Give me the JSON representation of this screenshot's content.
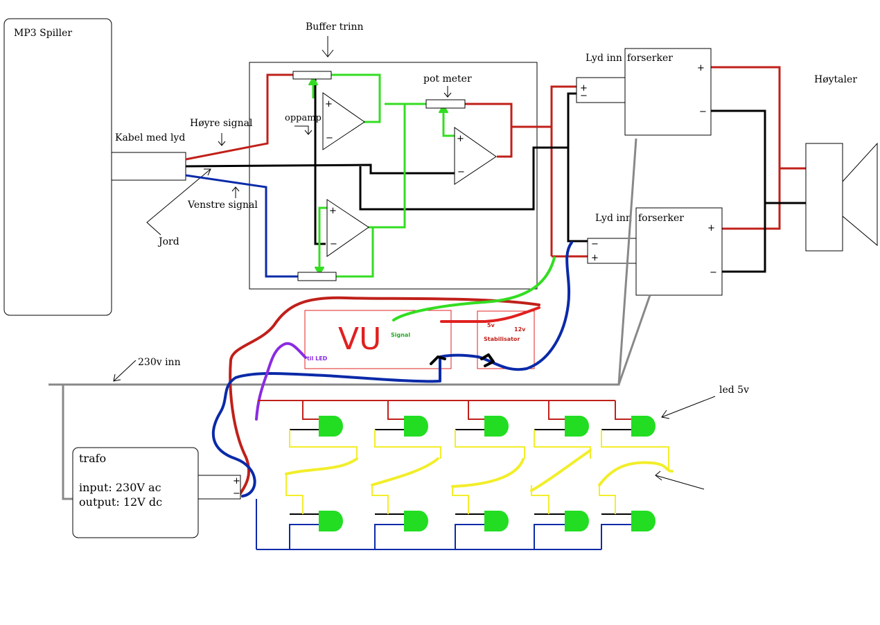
{
  "labels": {
    "mp3": "MP3 Spiller",
    "buffer": "Buffer trinn",
    "kabel": "Kabel med lyd",
    "hoyre": "Høyre signal",
    "venstre": "Venstre signal",
    "jord": "Jord",
    "oppamp": "oppamp",
    "pot": "pot meter",
    "lyd_inn_1": "Lyd inn",
    "lyd_inn_2": "Lyd inn",
    "forserker_1": "forserker",
    "forserker_2": "forserker",
    "hoytaler": "Høytaler",
    "vu_big": "VU",
    "vu_signal": "Signal",
    "vu_led": "til LED",
    "stab_5v": "5v",
    "stab_12v": "12v",
    "stab_label": "Stabilisator",
    "mains": "230v inn",
    "led": "led 5v",
    "trafo_title": "trafo",
    "trafo_input": "input: 230V ac",
    "trafo_output": "output: 12V dc"
  },
  "signs": {
    "plus": "+",
    "minus": "−"
  },
  "colors": {
    "red": "#c0201a",
    "black": "#000000",
    "blue": "#0a2aa8",
    "green": "#33dd22",
    "yellow": "#f2ee2a",
    "purple": "#8a2be2",
    "gray": "#888888",
    "led_fill": "#22dd22",
    "vu_red": "#e02020"
  }
}
